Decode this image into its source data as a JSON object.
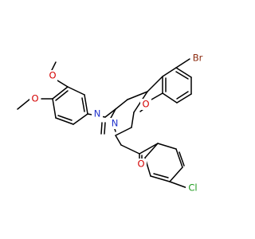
{
  "molecule": {
    "atoms": {
      "br": {
        "label": "Br",
        "color": "#8b2a0e"
      },
      "o_methoxy_top": {
        "label": "O",
        "color": "#d40000"
      },
      "o_methoxy_bottom": {
        "label": "O",
        "color": "#d40000"
      },
      "o_ring": {
        "label": "O",
        "color": "#d40000"
      },
      "o_carbonyl": {
        "label": "O",
        "color": "#d40000"
      },
      "n_imine": {
        "label": "N",
        "color": "#2233cc"
      },
      "n_ring": {
        "label": "N",
        "color": "#2233cc"
      },
      "cl": {
        "label": "Cl",
        "color": "#1a9a1a"
      }
    }
  }
}
